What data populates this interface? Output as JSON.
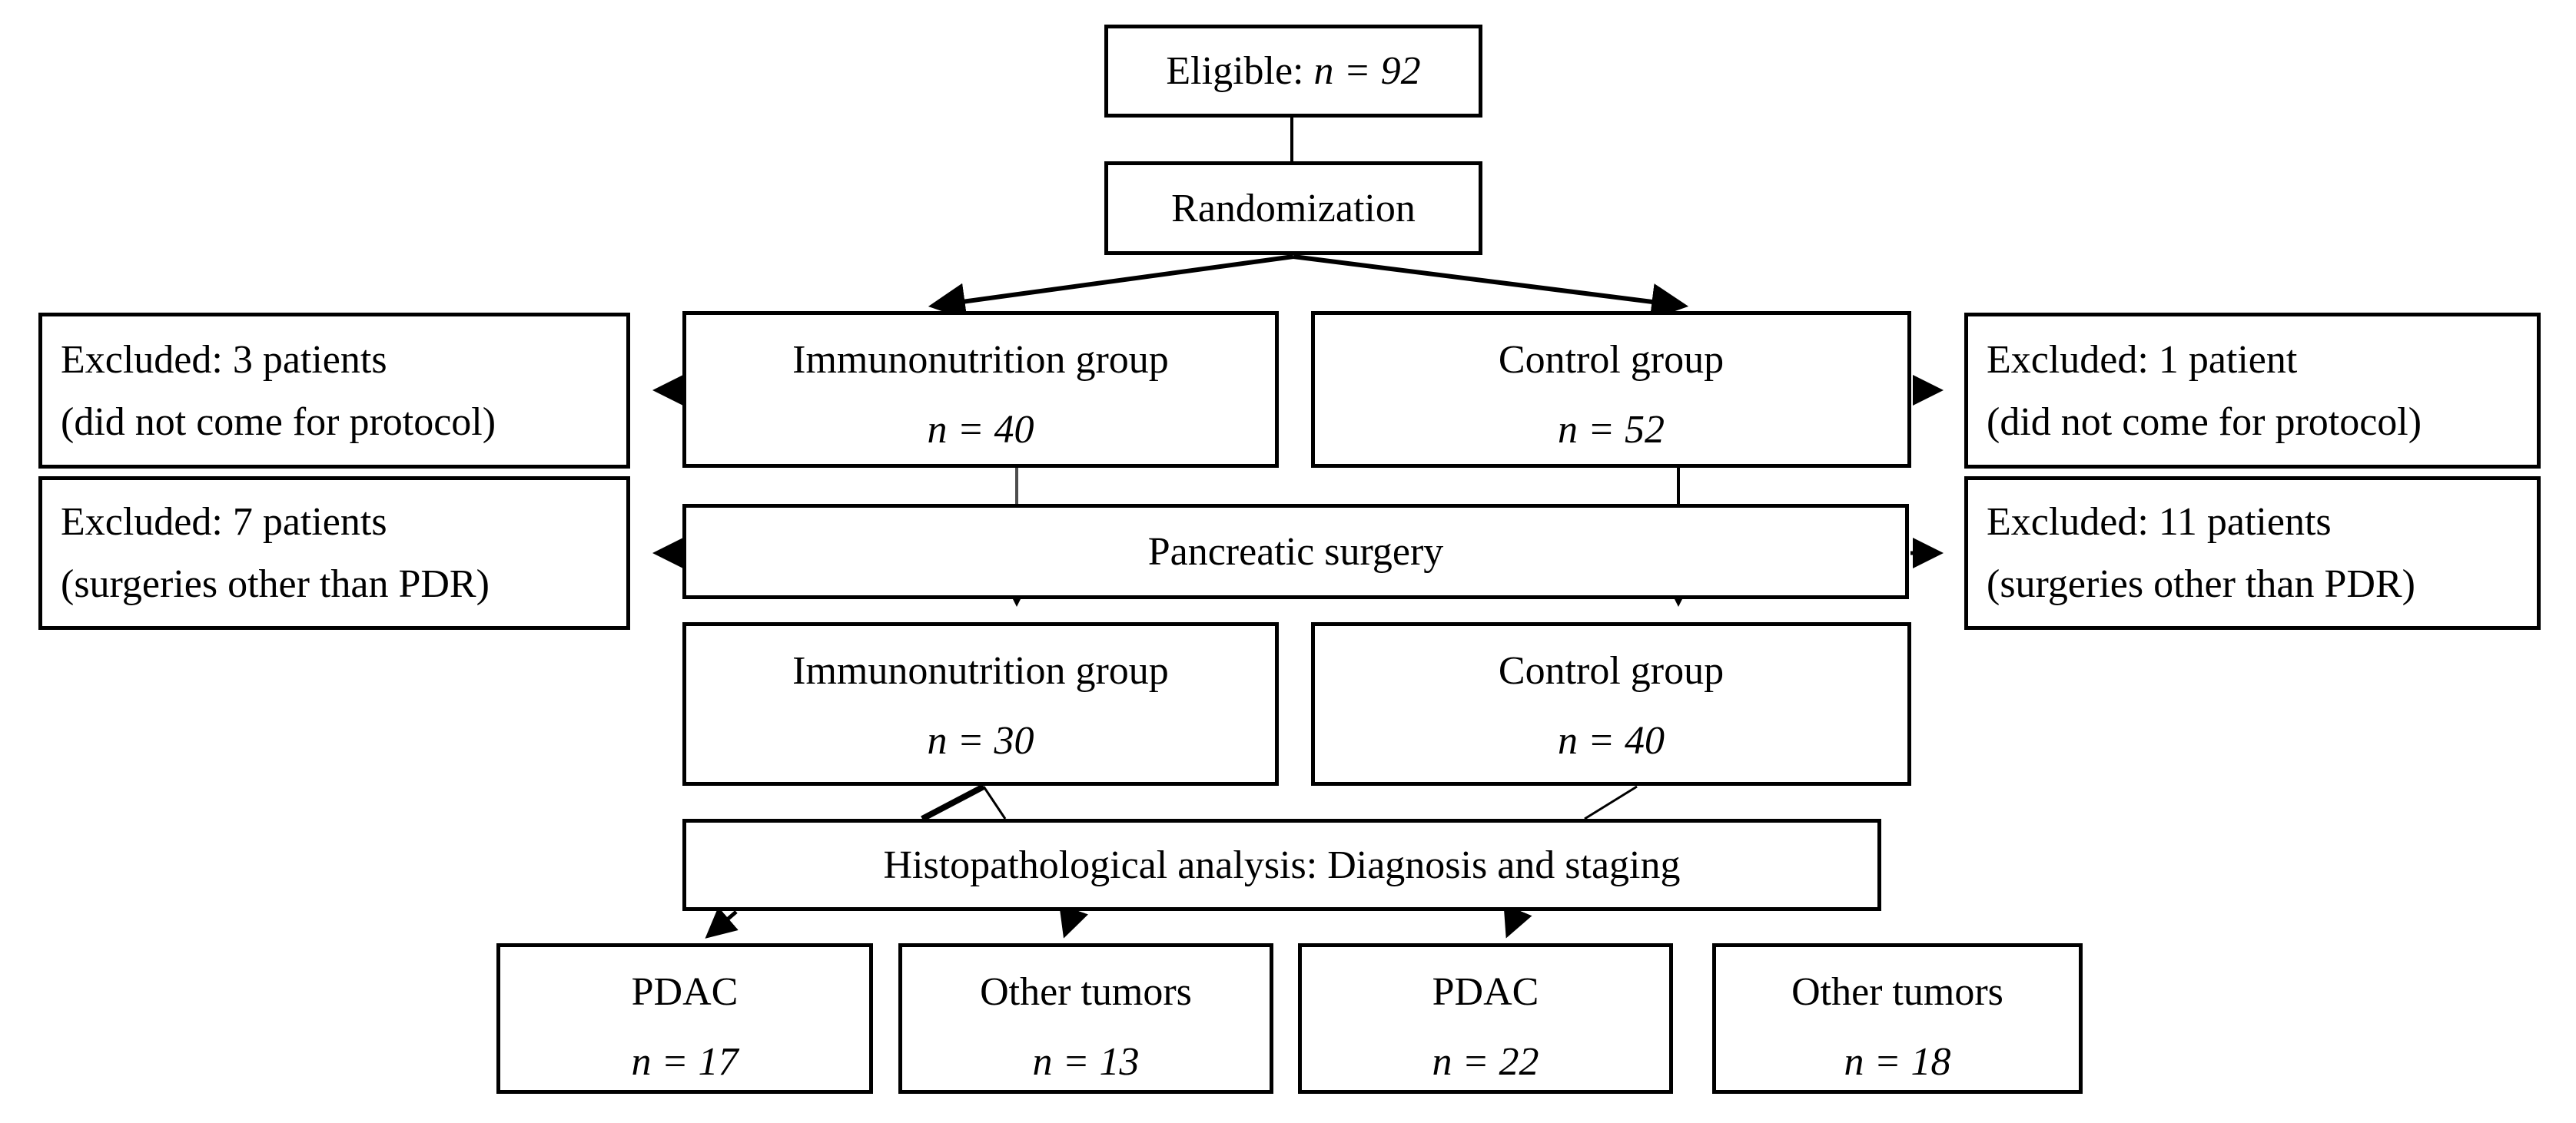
{
  "nodes": {
    "eligible": {
      "prefix": "Eligible: ",
      "n": "n = 92"
    },
    "randomization": {
      "label": "Randomization"
    },
    "excluded_left_1": {
      "line1": "Excluded: 3 patients",
      "line2": "(did not come for protocol)"
    },
    "immunonutrition_group_randomized": {
      "label": "Immunonutrition group",
      "n": "n = 40"
    },
    "control_group_randomized": {
      "label": "Control group",
      "n": "n = 52"
    },
    "excluded_right_1": {
      "line1": "Excluded: 1 patient",
      "line2": "(did not come for protocol)"
    },
    "excluded_left_2": {
      "line1": "Excluded: 7 patients",
      "line2": "(surgeries other than PDR)"
    },
    "pancreatic_surgery": {
      "label": "Pancreatic surgery"
    },
    "excluded_right_2": {
      "line1": "Excluded: 11 patients",
      "line2": "(surgeries other than PDR)"
    },
    "immunonutrition_group_surgery": {
      "label": "Immunonutrition group",
      "n": "n = 30"
    },
    "control_group_surgery": {
      "label": "Control group",
      "n": "n = 40"
    },
    "histopathological_analysis": {
      "label": "Histopathological analysis: Diagnosis and staging"
    },
    "pdac_immunonutrition": {
      "label": "PDAC",
      "n": "n = 17"
    },
    "other_tumors_immunonutrition": {
      "label": "Other tumors",
      "n": "n = 13"
    },
    "pdac_control": {
      "label": "PDAC",
      "n": "n = 22"
    },
    "other_tumors_control": {
      "label": "Other tumors",
      "n": "n = 18"
    }
  }
}
